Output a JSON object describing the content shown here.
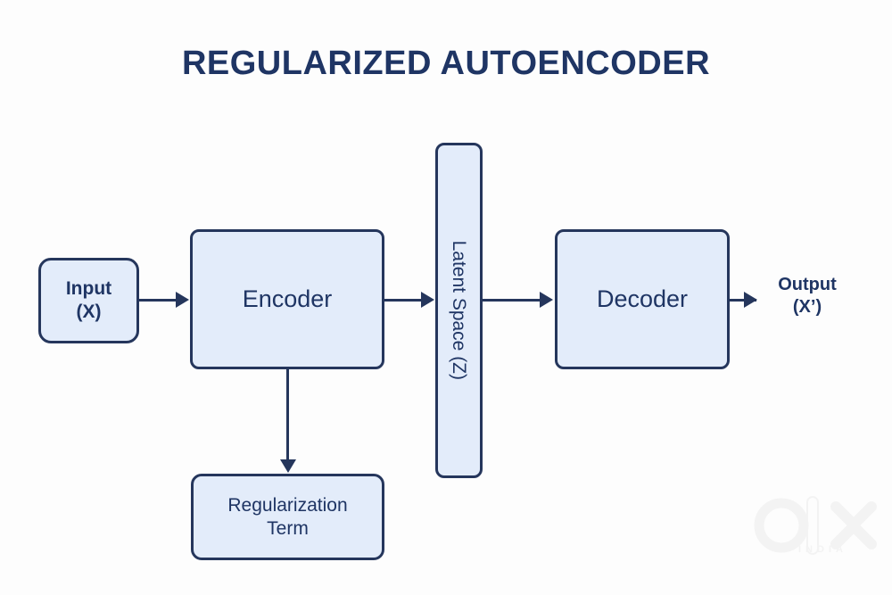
{
  "title": "REGULARIZED AUTOENCODER",
  "theme": {
    "background": "#fdfdfd",
    "node_fill": "#e3ecfa",
    "node_border": "#25365c",
    "text_color": "#1f3564",
    "title_color": "#1f3564",
    "connector_color": "#25365c",
    "watermark_color": "#f2f2f2"
  },
  "nodes": {
    "input": {
      "line1": "Input",
      "line2": "(X)"
    },
    "encoder": {
      "label": "Encoder"
    },
    "latent": {
      "label": "Latent Space (Z)"
    },
    "decoder": {
      "label": "Decoder"
    },
    "output": {
      "line1": "Output",
      "line2": "(X’)"
    },
    "regularization": {
      "line1": "Regularization",
      "line2": "Term"
    }
  },
  "connectors": [
    {
      "id": "input-to-encoder",
      "from": "input",
      "to": "encoder",
      "direction": "right",
      "arrow": "arrow-right-icon"
    },
    {
      "id": "encoder-to-latent",
      "from": "encoder",
      "to": "latent",
      "direction": "right",
      "arrow": "arrow-right-icon"
    },
    {
      "id": "latent-to-decoder",
      "from": "latent",
      "to": "decoder",
      "direction": "right",
      "arrow": "arrow-right-icon"
    },
    {
      "id": "decoder-to-output",
      "from": "decoder",
      "to": "output",
      "direction": "right",
      "arrow": "arrow-right-icon"
    },
    {
      "id": "encoder-to-regularization",
      "from": "encoder",
      "to": "regularization",
      "direction": "down",
      "arrow": "arrow-down-icon"
    }
  ],
  "watermark": {
    "brand": "olx",
    "sub": "INDIA"
  }
}
